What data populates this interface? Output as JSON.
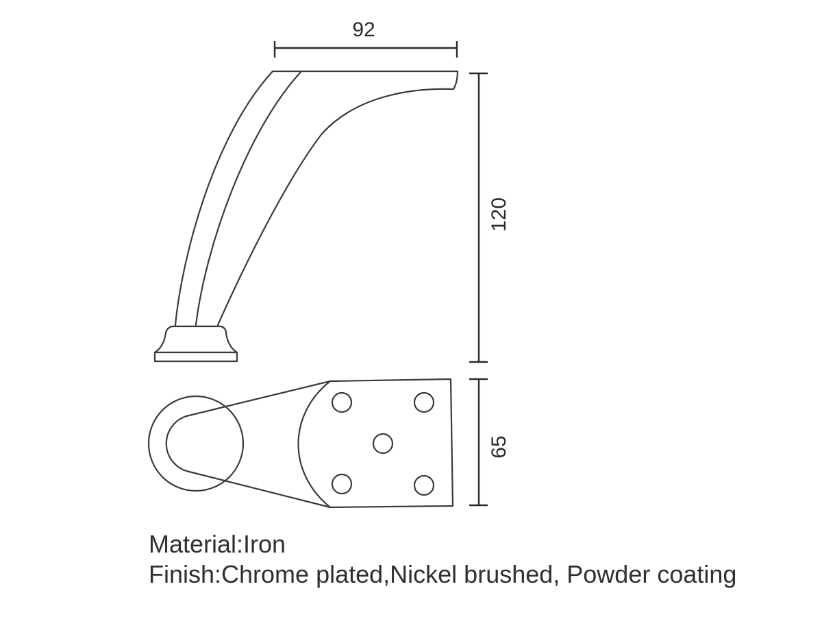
{
  "dimensions": {
    "width": "92",
    "height": "120",
    "plate_width": "65"
  },
  "specs": {
    "material": "Material:Iron",
    "finish": "Finish:Chrome plated,Nickel brushed, Powder coating"
  },
  "colors": {
    "line": "#3a3a3a",
    "text": "#2f2f2f",
    "background": "#ffffff"
  }
}
